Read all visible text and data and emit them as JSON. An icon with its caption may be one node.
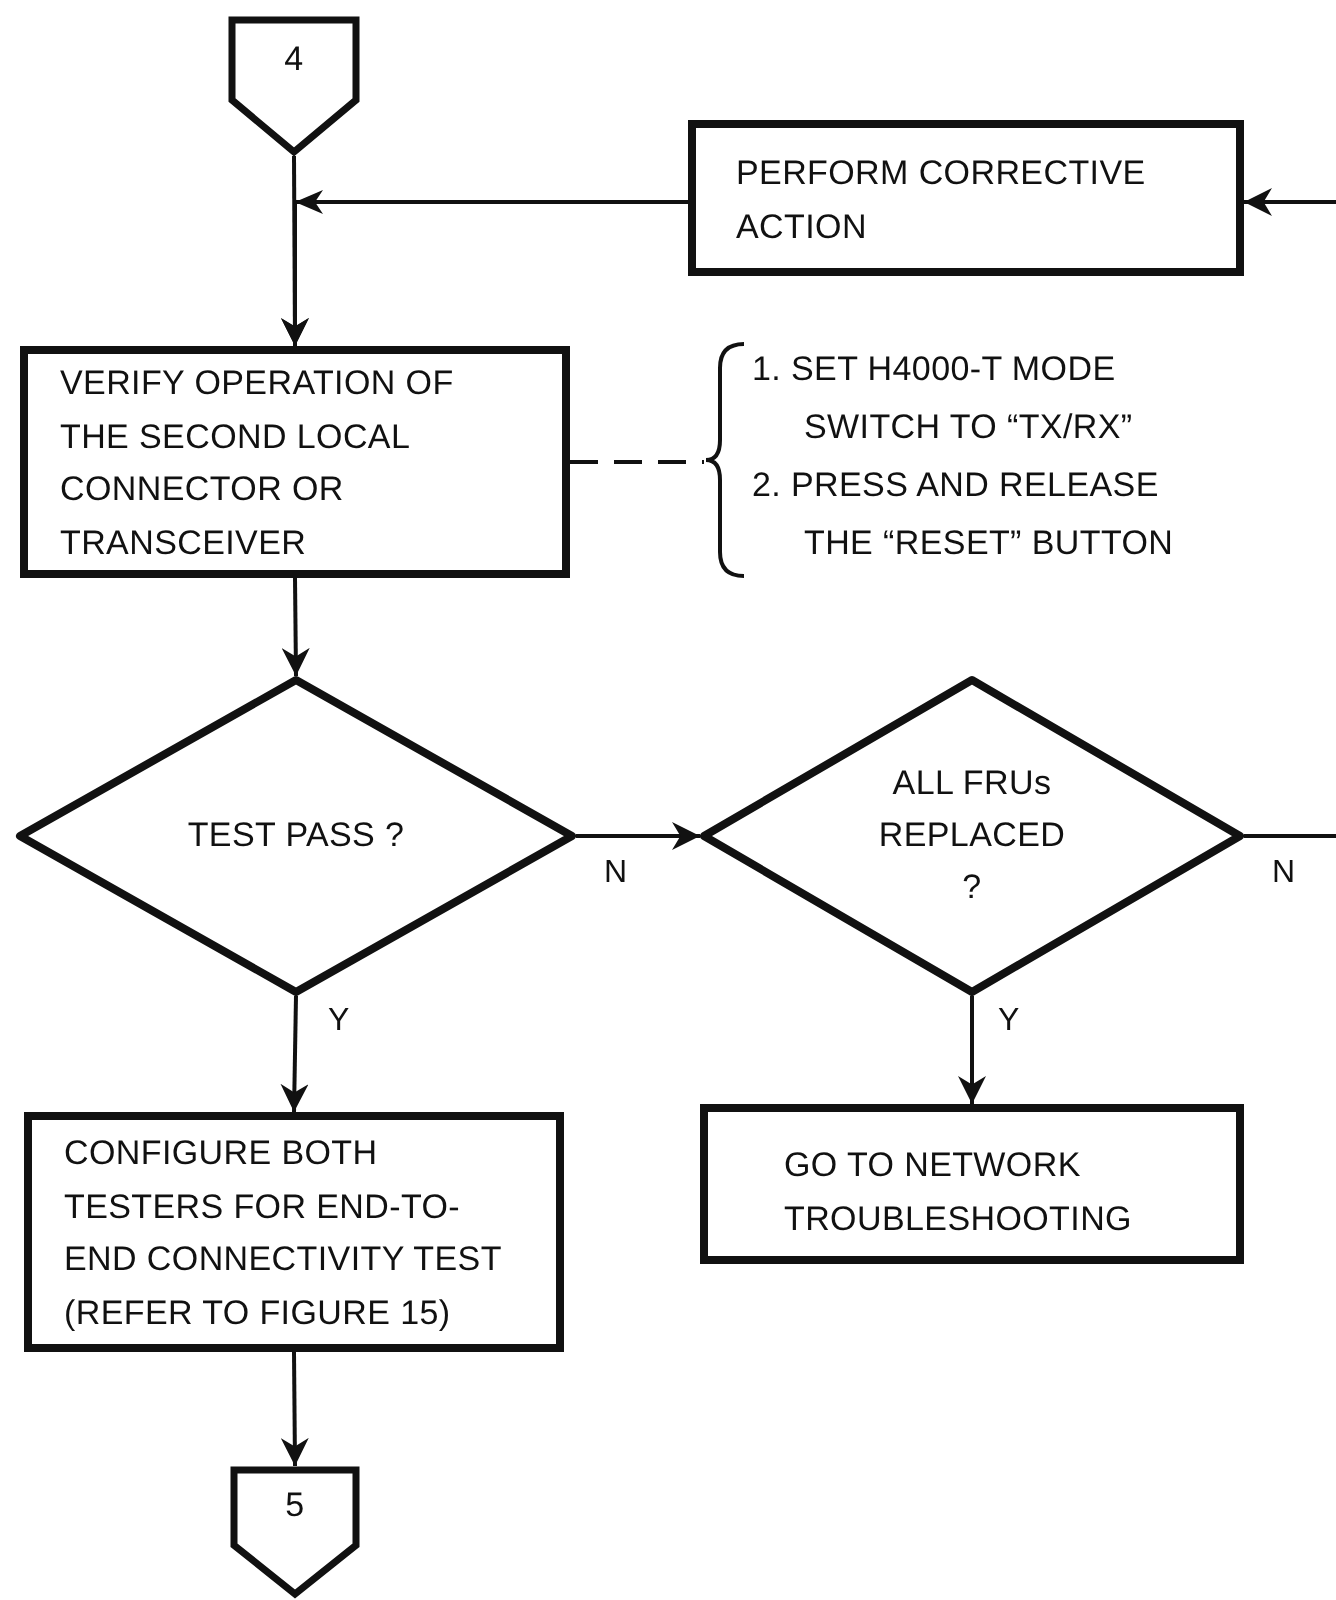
{
  "diagram": {
    "nodes": [
      {
        "text": [
          "4"
        ]
      },
      {
        "text": [
          "PERFORM CORRECTIVE ACTION"
        ]
      },
      {
        "text": [
          "VERIFY OPERATION OF THE SECOND LOCAL CONNECTOR OR TRANSCEIVER"
        ]
      },
      {
        "text": [
          "1. SET H4000-T MODE SWITCH TO “TX/RX”",
          "2. PRESS AND RELEASE THE “RESET” BUTTON"
        ]
      },
      {
        "text": [
          "TEST PASS ?"
        ]
      },
      {
        "text": [
          "ALL FRUs REPLACED ?"
        ]
      },
      {
        "text": [
          "CONFIGURE BOTH TESTERS FOR END-TO-END CONNECTIVITY TEST (REFER TO FIGURE 15)"
        ]
      },
      {
        "text": [
          "GO TO NETWORK TROUBLESHOOTING"
        ]
      },
      {
        "text": [
          "5"
        ]
      }
    ],
    "edges": [
      {
        "from": 0,
        "to": 2,
        "arrow": "to"
      },
      {
        "from": 1,
        "to": 2,
        "arrow": "to"
      },
      {
        "from": null,
        "to": 1,
        "arrow": "to"
      },
      {
        "from": 2,
        "to": 3,
        "arrow": "none",
        "style": "dashed"
      },
      {
        "from": 2,
        "to": 4,
        "arrow": "to"
      },
      {
        "from": 4,
        "to": 5,
        "arrow": "to",
        "label": "N"
      },
      {
        "from": 5,
        "to": null,
        "arrow": "none",
        "label": "N"
      },
      {
        "from": 4,
        "to": 6,
        "arrow": "to",
        "label": "Y"
      },
      {
        "from": 5,
        "to": 7,
        "arrow": "to",
        "label": "Y"
      },
      {
        "from": 6,
        "to": 8,
        "arrow": "to"
      }
    ]
  }
}
